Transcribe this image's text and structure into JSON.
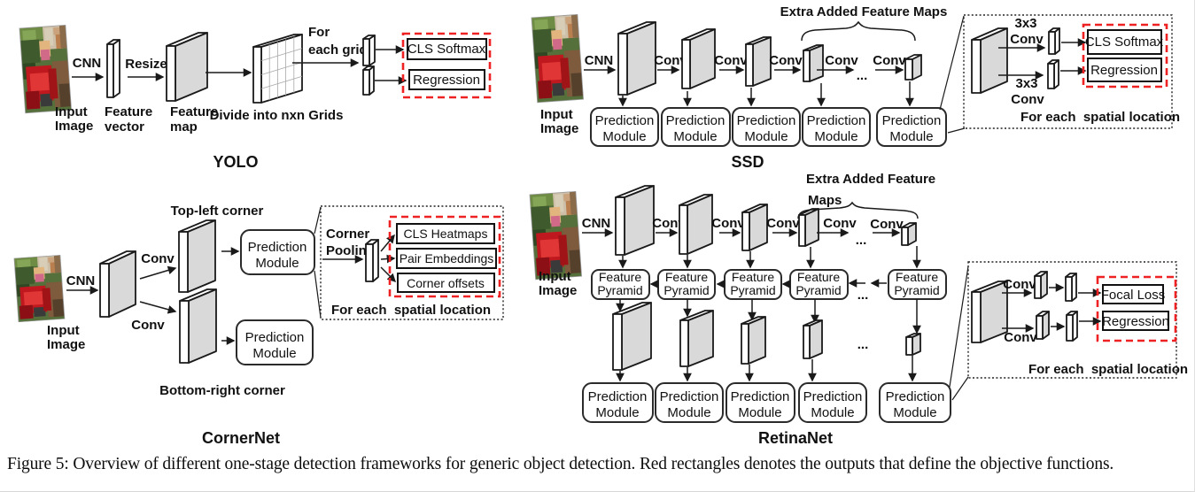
{
  "colors": {
    "slab_gray": "#d9d9d9",
    "outline_black": "#1a1a1a",
    "accent_red": "#ee2222"
  },
  "common": {
    "cnn": "CNN",
    "conv": "Conv",
    "input": "Input",
    "image": "Image",
    "prediction": "Prediction",
    "module": "Module",
    "feature": "Feature",
    "pyramid": "Pyramid",
    "dots": "...",
    "cls_softmax": "CLS Softmax",
    "regression": "Regression",
    "for_each_spatial": "For each  spatial location"
  },
  "yolo": {
    "title": "YOLO",
    "resize": "Resize",
    "vector": "vector",
    "map": "map",
    "divide": "Divide into nxn Grids",
    "for": "For",
    "each_grid": "each grid"
  },
  "ssd": {
    "title": "SSD",
    "extra_added": "Extra Added Feature Maps",
    "conv_3x3": "3x3"
  },
  "cornernet": {
    "title": "CornerNet",
    "top_left": "Top-left corner",
    "bottom_right": "Bottom-right corner",
    "corner": "Corner",
    "pooling": "Pooling",
    "cls_heatmaps": "CLS Heatmaps",
    "pair_embeddings": "Pair Embeddings",
    "corner_offsets": "Corner offsets"
  },
  "retinanet": {
    "title": "RetinaNet",
    "extra_added_line1": "Extra Added Feature",
    "extra_added_line2": "Maps",
    "focal_loss": "Focal Loss"
  },
  "caption": "Figure 5: Overview of different one-stage detection frameworks for generic object detection. Red rectangles denotes the outputs that define the objective functions."
}
